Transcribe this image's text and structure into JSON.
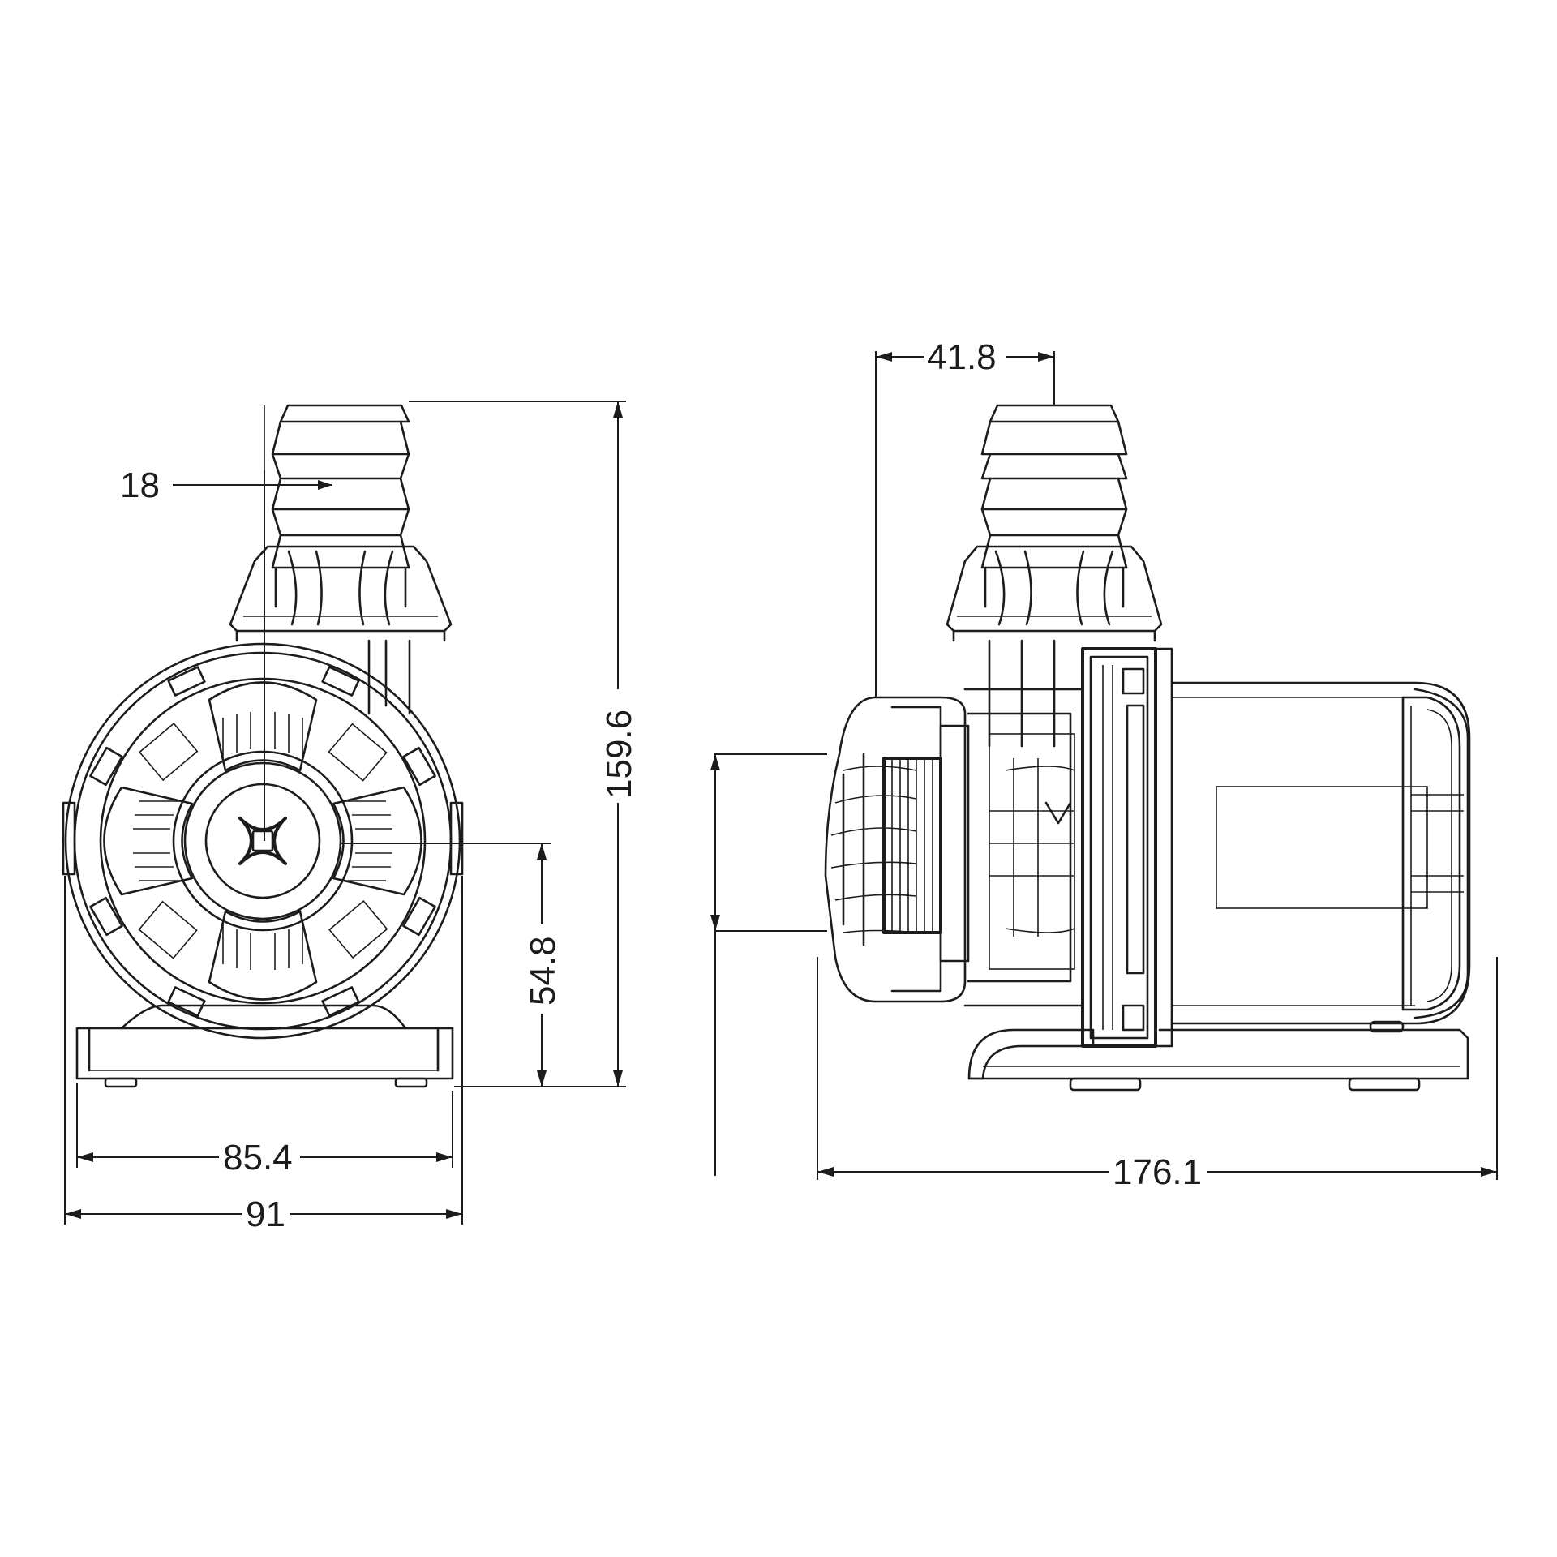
{
  "dimensions": {
    "hose_barb_offset": "18",
    "total_height": "159.6",
    "outlet_center_height": "54.8",
    "base_width": "85.4",
    "overall_width": "91",
    "outlet_to_front": "41.8",
    "overall_length": "176.1"
  }
}
